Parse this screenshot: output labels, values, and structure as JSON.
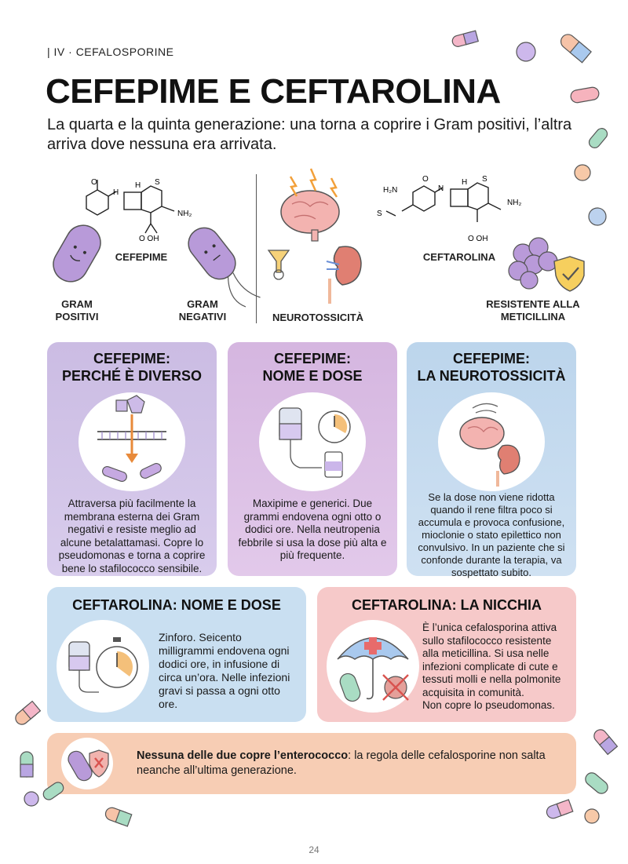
{
  "header": {
    "section_tag": "| IV · CEFALOSPORINE",
    "title": "CEFEPIME E CEFTAROLINA",
    "subtitle": "La quarta e la quinta generazione: una torna a coprire i Gram positivi, l’altra arriva dove nessuna era arrivata."
  },
  "overview": {
    "left": {
      "drug_label": "CEFEPIME",
      "gram_pos": "GRAM\nPOSITIVI",
      "gram_neg": "GRAM\nNEGATIVI"
    },
    "right": {
      "drug_label": "CEFTAROLINA",
      "neurotox": "NEUROTOSSICITÀ",
      "mrsa": "RESISTENTE ALLA\nMETICILLINA"
    }
  },
  "cards": [
    {
      "title": "CEFEPIME:\nPERCHÉ È DIVERSO",
      "body": "Attraversa più facilmente la membrana esterna dei Gram negativi e resiste meglio ad alcune betalattamasi. Copre lo pseudomonas e torna a coprire bene lo stafilococco sensibile.",
      "icon": "membrane-penetration-icon"
    },
    {
      "title": "CEFEPIME:\nNOME E DOSE",
      "body": "Maxipime e generici. Due grammi endovena ogni otto o dodici ore. Nella neutropenia febbrile si usa la dose più alta e più frequente.",
      "icon": "iv-bag-clock-icon"
    },
    {
      "title": "CEFEPIME:\nLA NEUROTOSSICITÀ",
      "body": "Se la dose non viene ridotta quando il rene filtra poco si accumula e provoca confusione, mioclonie o stato epilettico non convulsivo. In un paziente che si confonde durante la terapia, va sospettato subito.",
      "icon": "brain-kidney-icon"
    },
    {
      "title": "CEFTAROLINA: NOME E DOSE",
      "body": "Zinforo. Seicento milligrammi endovena ogni dodici ore, in infusione di circa un’ora. Nelle infezioni gravi si passa a ogni otto ore.",
      "icon": "iv-bag-stopwatch-icon"
    },
    {
      "title": "CEFTAROLINA: LA NICCHIA",
      "body": "È l’unica cefalosporina attiva sullo stafilococco resistente alla meticillina. Si usa nelle infezioni complicate di cute e tessuti molli e nella polmonite acquisita in comunità.\nNon copre lo pseudomonas.",
      "icon": "umbrella-bacteria-icon"
    }
  ],
  "footer_note": {
    "bold": "Nessuna delle due copre l’enterococco",
    "rest": ": la regola delle cefalosporine non salta neanche all’ultima generazione."
  },
  "page_number": "24",
  "colors": {
    "purple": "#cbbce3",
    "mauve": "#d5b6e0",
    "blue": "#bcd5ec",
    "pink": "#f6c9c9",
    "peach": "#f7cdb4"
  }
}
